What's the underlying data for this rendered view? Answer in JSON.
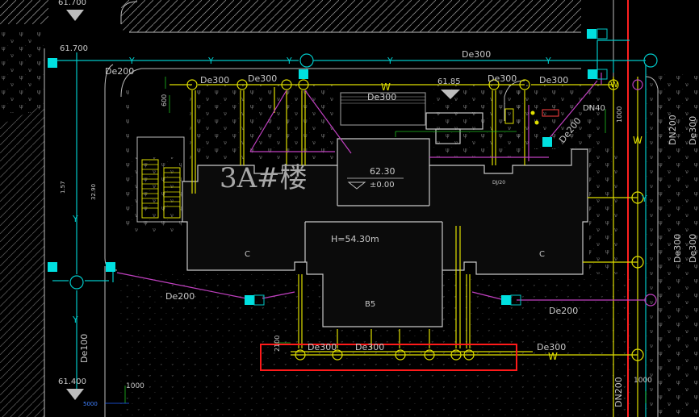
{
  "colors": {
    "background": "#000000",
    "building": "#c8c8c8",
    "water_pipe": "#00c8c8",
    "drain_pipe": "#e0e000",
    "sewer_pipe": "#c040c0",
    "property_line": "#ff2020",
    "grass": "#909090",
    "selection": "#ff0000",
    "manhole": "#e0e000"
  },
  "labels": {
    "elev_top": "61.700",
    "elev_top_cut": "61.700",
    "elev_bottom": "61.400",
    "elev_mid": "61.85",
    "building_name": "3A#楼",
    "floor_level_top": "62.30",
    "floor_level_bottom": "±0.00",
    "height": "H=54.30m",
    "zone_c_left": "C",
    "zone_c_right": "C",
    "zone_b5": "B5",
    "de200_top_left": "De200",
    "de300_top_main": "De300",
    "de300_a": "De300",
    "de300_b": "De300",
    "de300_c": "De300",
    "de300_d": "De300",
    "de300_e": "De300",
    "de300_bottom_a": "De300",
    "de300_bottom_b": "De300",
    "de300_bottom_c": "De300",
    "de200_left": "De200",
    "de200_right": "De200",
    "de200_diag": "De200",
    "de100": "De100",
    "de300_right_a": "De300",
    "de300_right_b": "De300",
    "de300_right_c": "De300",
    "dn40": "DN40",
    "dn200_right": "DN200",
    "dn200_bottom": "DN200",
    "dim_600": "600",
    "dim_1000_top": "1000",
    "dim_1000_bottom": "1000",
    "dim_1000_right": "1000",
    "dim_2100": "2100",
    "dim_157": "1.57",
    "dim_3290": "32.90",
    "dim_5000": "5000",
    "w_mark": "W",
    "y_mark": "Y",
    "rm_label": "DJ/20"
  }
}
